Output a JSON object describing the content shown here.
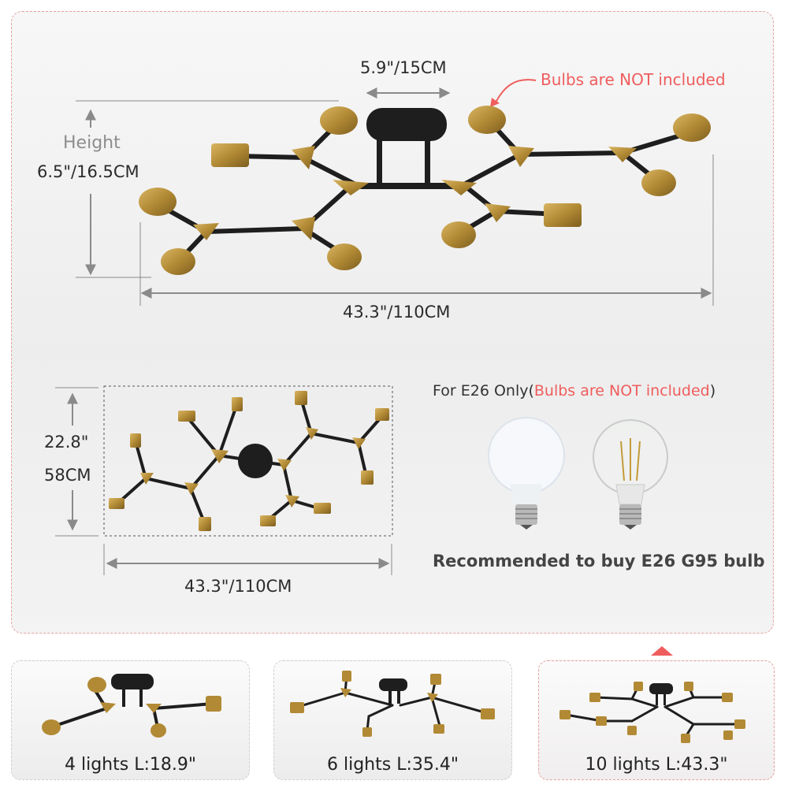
{
  "callout_top": "Bulbs are NOT included",
  "dims": {
    "canopy": "5.9\"/15CM",
    "height_label": "Height",
    "height_value": "6.5\"/16.5CM",
    "length_top": "43.3\"/110CM",
    "depth_line1": "22.8\"",
    "depth_line2": "58CM",
    "length_plan": "43.3\"/110CM"
  },
  "bulb_info": {
    "prefix": "For E26 Only(",
    "warning": "Bulbs are NOT included",
    "suffix": ")",
    "recommend": "Recommended to buy E26 G95 bulb"
  },
  "variants": [
    {
      "label": "4 lights L:18.9\"",
      "selected": false
    },
    {
      "label": "6 lights L:35.4\"",
      "selected": false
    },
    {
      "label": "10 lights L:43.3\"",
      "selected": true
    }
  ],
  "colors": {
    "brass": "#b28a35",
    "black": "#1e1e1e",
    "accent_red": "#ef5d5d"
  }
}
